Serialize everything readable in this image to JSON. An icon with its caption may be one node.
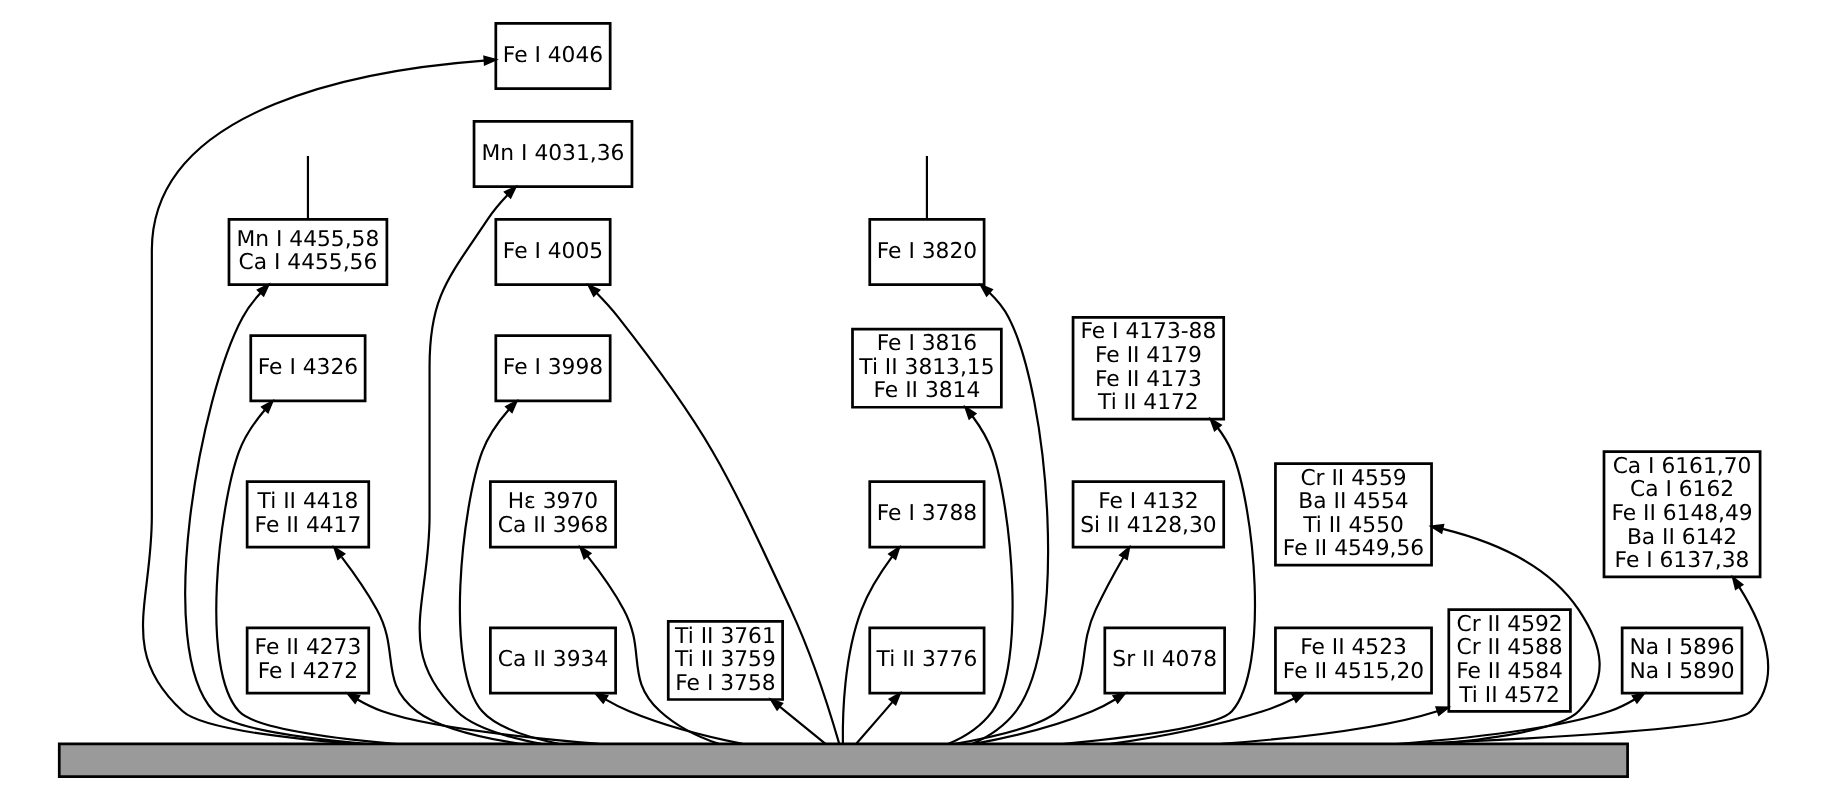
{
  "diagram": {
    "nodes": [
      {
        "text": [
          "Fe I 3820"
        ]
      },
      {
        "text": [
          "Fe I 4046"
        ]
      },
      {
        "text": [
          "Mn I 4455,58",
          "Ca I 4455,56"
        ]
      },
      {
        "text": [
          "Fe I 4326"
        ]
      },
      {
        "text": [
          "Mn I 4031,36"
        ]
      },
      {
        "text": [
          "Fe I 4005"
        ]
      },
      {
        "text": [
          "Fe I 3998"
        ]
      },
      {
        "text": [
          "Fe I 4173-88",
          "Fe II 4179",
          "Fe II 4173",
          "Ti II 4172"
        ]
      },
      {
        "text": [
          "Fe I 3816",
          "Ti II 3813,15",
          "Fe II 3814"
        ]
      },
      {
        "text": [
          "Ti II 3761",
          "Ti II 3759",
          "Fe I 3758"
        ]
      },
      {
        "text": [
          "Fe I 3788"
        ]
      },
      {
        "text": [
          "Ti II 3776"
        ]
      },
      {
        "text": [
          "Hε 3970",
          "Ca II 3968"
        ]
      },
      {
        "text": [
          "Ca II 3934"
        ]
      },
      {
        "text": [
          "Fe I 4132",
          "Si II 4128,30"
        ]
      },
      {
        "text": [
          "Sr II 4078"
        ]
      },
      {
        "text": [
          "Ti II 4418",
          "Fe II 4417"
        ]
      },
      {
        "text": [
          "Fe II 4273",
          "Fe I 4272"
        ]
      },
      {
        "text": [
          "Cr II 4559",
          "Ba II 4554",
          "Ti II 4550",
          "Fe II 4549,56"
        ]
      },
      {
        "text": [
          "Cr II 4592",
          "Cr II 4588",
          "Fe II 4584",
          "Ti II 4572"
        ]
      },
      {
        "text": [
          "Fe II 4523",
          "Fe II 4515,20"
        ]
      },
      {
        "text": [
          "Ca I 6161,70",
          "Ca I 6162",
          "Fe II 6148,49",
          "Ba II 6142",
          "Fe I 6137,38"
        ]
      },
      {
        "text": [
          "Na I 5896",
          "Na I 5890"
        ]
      },
      {
        "text": [],
        "shape": "bar"
      }
    ],
    "edges": [
      {
        "from": 23,
        "to": 9,
        "arrow": "to"
      },
      {
        "from": 23,
        "to": 11,
        "arrow": "to"
      },
      {
        "from": 23,
        "to": 10,
        "arrow": "to"
      },
      {
        "from": 23,
        "to": 0,
        "arrow": "to"
      },
      {
        "from": 23,
        "to": 8,
        "arrow": "to"
      },
      {
        "from": 23,
        "to": 13,
        "arrow": "to"
      },
      {
        "from": 23,
        "to": 12,
        "arrow": "to"
      },
      {
        "from": 23,
        "to": 6,
        "arrow": "to"
      },
      {
        "from": 23,
        "to": 5,
        "arrow": "to"
      },
      {
        "from": 23,
        "to": 4,
        "arrow": "to"
      },
      {
        "from": 23,
        "to": 1,
        "arrow": "to"
      },
      {
        "from": 23,
        "to": 15,
        "arrow": "to"
      },
      {
        "from": 23,
        "to": 14,
        "arrow": "to"
      },
      {
        "from": 23,
        "to": 7,
        "arrow": "to"
      },
      {
        "from": 23,
        "to": 17,
        "arrow": "to"
      },
      {
        "from": 23,
        "to": 3,
        "arrow": "to"
      },
      {
        "from": 23,
        "to": 16,
        "arrow": "to"
      },
      {
        "from": 23,
        "to": 2,
        "arrow": "to"
      },
      {
        "from": 23,
        "to": 20,
        "arrow": "to"
      },
      {
        "from": 23,
        "to": 18,
        "arrow": "to"
      },
      {
        "from": 23,
        "to": 19,
        "arrow": "to"
      },
      {
        "from": 23,
        "to": 22,
        "arrow": "to"
      },
      {
        "from": 23,
        "to": 21,
        "arrow": "to"
      },
      {
        "from": 0,
        "to": null,
        "arrow": "none"
      },
      {
        "from": 2,
        "to": null,
        "arrow": "none"
      }
    ]
  }
}
